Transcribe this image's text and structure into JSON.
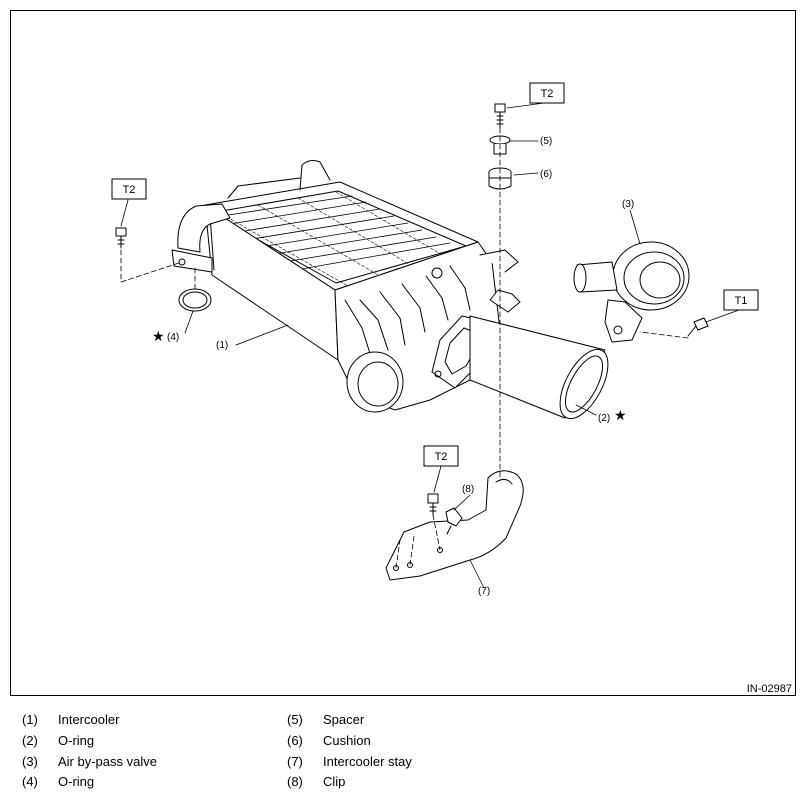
{
  "diagram": {
    "figure_id": "IN-02987",
    "torque_labels": [
      "T2",
      "T2",
      "T1",
      "T2"
    ],
    "callouts": [
      "(1)",
      "(2)",
      "(3)",
      "(4)",
      "(5)",
      "(6)",
      "(7)",
      "(8)"
    ],
    "star_symbol": "★"
  },
  "legend": {
    "left": [
      {
        "num": "(1)",
        "name": "Intercooler"
      },
      {
        "num": "(2)",
        "name": "O-ring"
      },
      {
        "num": "(3)",
        "name": "Air by-pass valve"
      },
      {
        "num": "(4)",
        "name": "O-ring"
      }
    ],
    "right": [
      {
        "num": "(5)",
        "name": "Spacer"
      },
      {
        "num": "(6)",
        "name": "Cushion"
      },
      {
        "num": "(7)",
        "name": "Intercooler stay"
      },
      {
        "num": "(8)",
        "name": "Clip"
      }
    ]
  }
}
